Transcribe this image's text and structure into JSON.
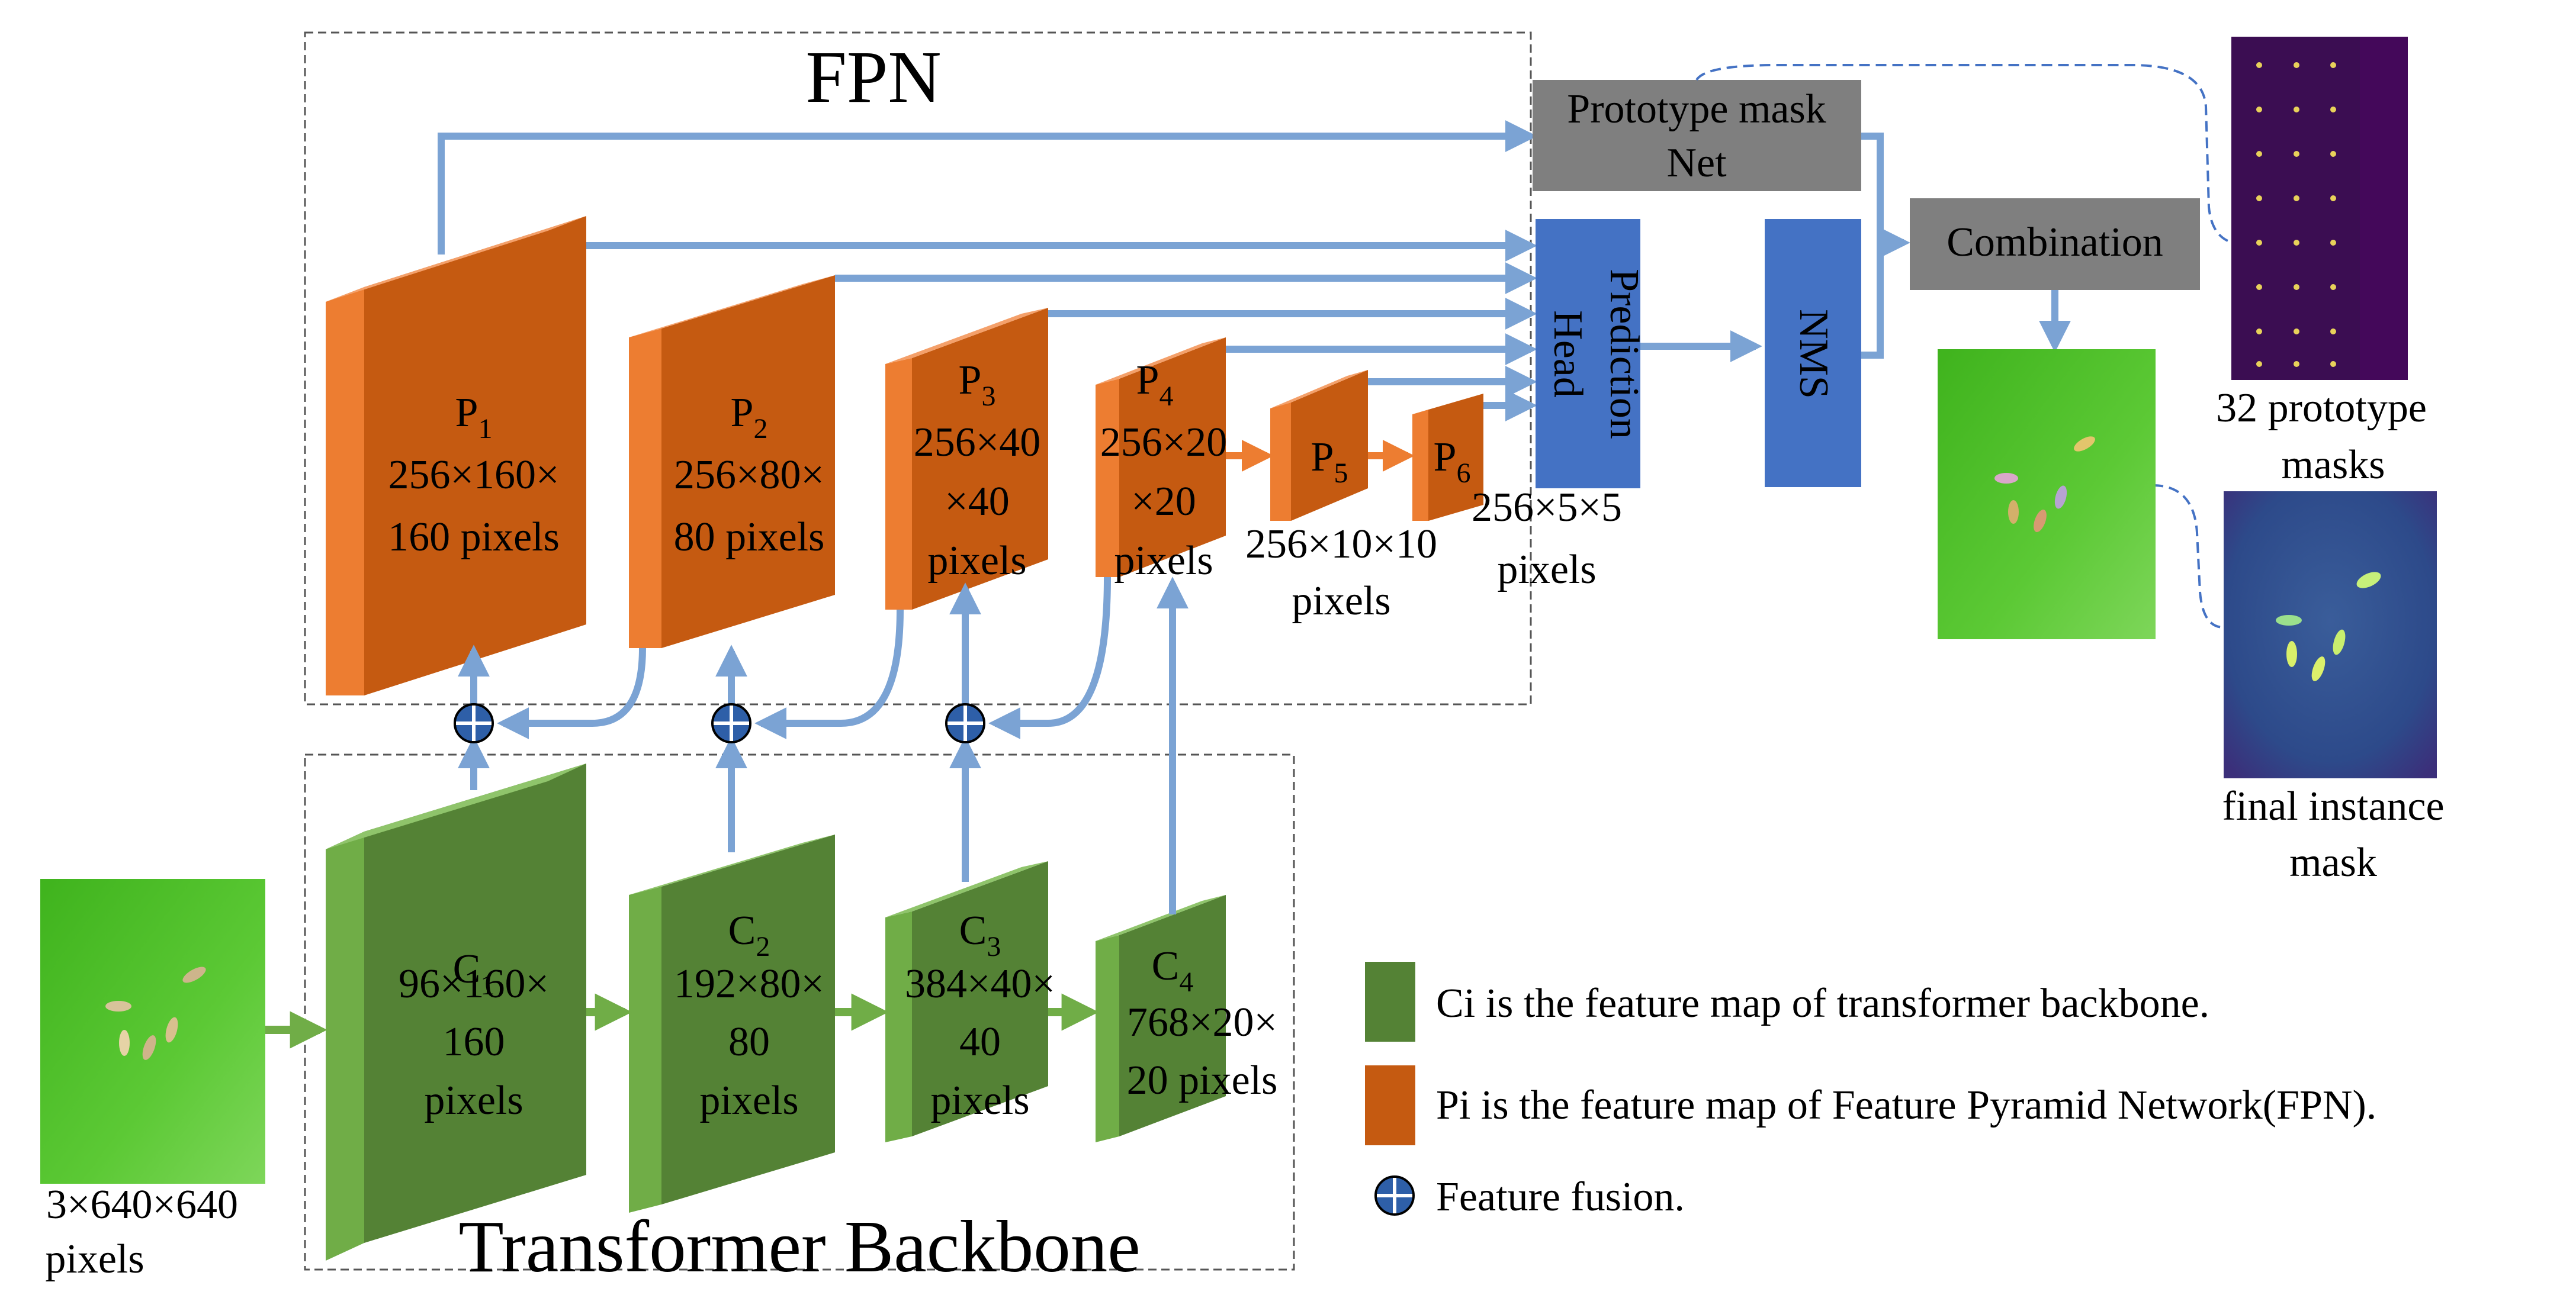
{
  "fpn": {
    "title": "FPN"
  },
  "backbone": {
    "title": "Transformer Backbone"
  },
  "input": {
    "dims": "3×640×640",
    "unit": "pixels"
  },
  "c_maps": [
    {
      "name": "C",
      "sub": "1",
      "line1": "96×160×",
      "line2": "160",
      "line3": "pixels"
    },
    {
      "name": "C",
      "sub": "2",
      "line1": "192×80×",
      "line2": "80",
      "line3": "pixels"
    },
    {
      "name": "C",
      "sub": "3",
      "line1": "384×40×",
      "line2": "40",
      "line3": "pixels"
    },
    {
      "name": "C",
      "sub": "4",
      "line1": "768×20×",
      "line2": "20 pixels",
      "line3": ""
    }
  ],
  "p_maps": [
    {
      "name": "P",
      "sub": "1",
      "line1": "256×160×",
      "line2": "160 pixels",
      "line3": ""
    },
    {
      "name": "P",
      "sub": "2",
      "line1": "256×80×",
      "line2": "80 pixels",
      "line3": ""
    },
    {
      "name": "P",
      "sub": "3",
      "line1": "256×40",
      "line2": "×40",
      "line3": "pixels"
    },
    {
      "name": "P",
      "sub": "4",
      "line1": "256×20",
      "line2": "×20",
      "line3": "pixels"
    },
    {
      "name": "P",
      "sub": "5",
      "line1": "256×10×10",
      "line2": "pixels",
      "line3": ""
    },
    {
      "name": "P",
      "sub": "6",
      "line1": "256×5×5",
      "line2": "pixels",
      "line3": ""
    }
  ],
  "modules": {
    "prototype_net": {
      "line1": "Prototype mask",
      "line2": "Net"
    },
    "prediction_head": {
      "line1": "Prediction",
      "line2": "Head"
    },
    "nms": "NMS",
    "combination": "Combination"
  },
  "outputs": {
    "prototype_caption1": "32 prototype",
    "prototype_caption2": "masks",
    "final_caption1": "final instance",
    "final_caption2": "mask"
  },
  "legend": [
    {
      "swatch": "green",
      "text": "Ci is the feature map of transformer backbone."
    },
    {
      "swatch": "orange",
      "text": "Pi is the feature map of Feature Pyramid Network(FPN)."
    },
    {
      "swatch": "fusion",
      "text": "Feature fusion."
    }
  ],
  "colors": {
    "green_front": "#548235",
    "green_side": "#70ad47",
    "orange_front": "#c55a11",
    "orange_side": "#ed7d31",
    "arrow_blue": "#7ba3d4",
    "module_gray": "#7f7f7f",
    "module_blue": "#4472c4",
    "image_green": "#4fc22a",
    "prototype_bg": "#3b0d52"
  }
}
